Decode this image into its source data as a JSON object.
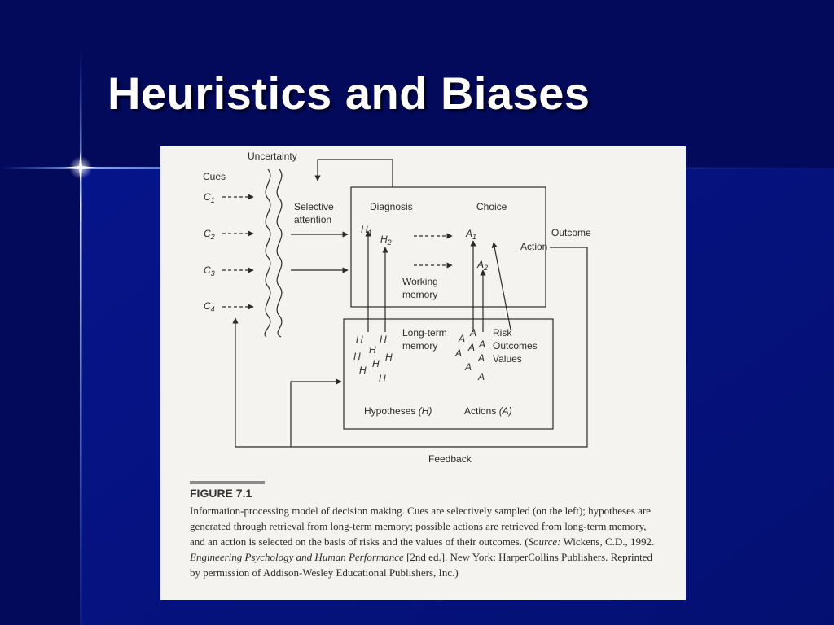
{
  "slide": {
    "title": "Heuristics and Biases"
  },
  "diagram": {
    "uncertainty": "Uncertainty",
    "cues_heading": "Cues",
    "cues": [
      {
        "base": "C",
        "sub": "1"
      },
      {
        "base": "C",
        "sub": "2"
      },
      {
        "base": "C",
        "sub": "3"
      },
      {
        "base": "C",
        "sub": "4"
      }
    ],
    "selective_attention": [
      "Selective",
      "attention"
    ],
    "diagnosis": "Diagnosis",
    "choice": "Choice",
    "h1": {
      "base": "H",
      "sub": "1"
    },
    "h2": {
      "base": "H",
      "sub": "2"
    },
    "a1": {
      "base": "A",
      "sub": "1"
    },
    "a2": {
      "base": "A",
      "sub": "2"
    },
    "working_memory": [
      "Working",
      "memory"
    ],
    "outcome": "Outcome",
    "action": "Action",
    "long_term_memory": [
      "Long-term",
      "memory"
    ],
    "h_symbol": "H",
    "a_symbol": "A",
    "risk_factors": [
      "Risk",
      "Outcomes",
      "Values"
    ],
    "hypotheses": {
      "text": "Hypotheses ",
      "symbol": "(H)"
    },
    "actions": {
      "text": "Actions ",
      "symbol": "(A)"
    },
    "feedback": "Feedback"
  },
  "figure": {
    "label": "FIGURE 7.1",
    "caption": {
      "part1": "Information-processing model of decision making. Cues are selectively sampled (on the left); hypotheses are generated through retrieval from long-term memory; possible actions are retrieved from long-term memory, and an action is selected on the basis of risks and the values of their outcomes. (",
      "source_label": "Source:",
      "part2": " Wickens, C.D., 1992. ",
      "book_title": "Engineering Psychology and Human Performance",
      "part3": " [2nd ed.]. New York: HarperCollins Publishers. Reprinted by permission of Addison-Wesley Educational Publishers, Inc.)"
    }
  },
  "colors": {
    "background": "#06127a",
    "background_top": "#030a5c",
    "title_text": "#ffffff",
    "panel": "#f4f3ef",
    "diagram_ink": "#2a2a2a"
  }
}
